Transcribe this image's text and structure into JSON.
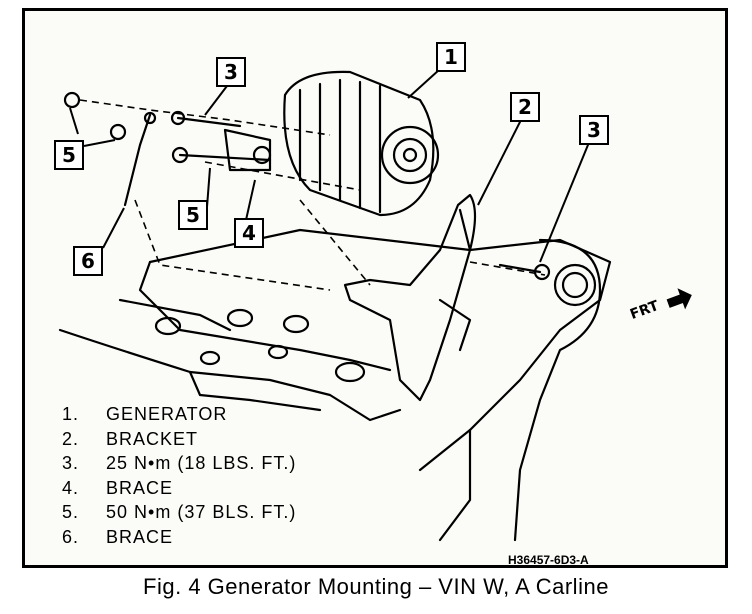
{
  "callouts": [
    "1",
    "2",
    "3",
    "3",
    "5",
    "5",
    "4",
    "6"
  ],
  "legend": [
    {
      "num": "1.",
      "text": "GENERATOR"
    },
    {
      "num": "2.",
      "text": "BRACKET"
    },
    {
      "num": "3.",
      "text": "25 N•m (18 LBS. FT.)"
    },
    {
      "num": "4.",
      "text": "BRACE"
    },
    {
      "num": "5.",
      "text": "50 N•m (37 BLS. FT.)"
    },
    {
      "num": "6.",
      "text": "BRACE"
    }
  ],
  "front_marker": "FRT",
  "figure_code": "H36457-6D3-A",
  "caption": "Fig. 4 Generator Mounting – VIN W, A Carline"
}
